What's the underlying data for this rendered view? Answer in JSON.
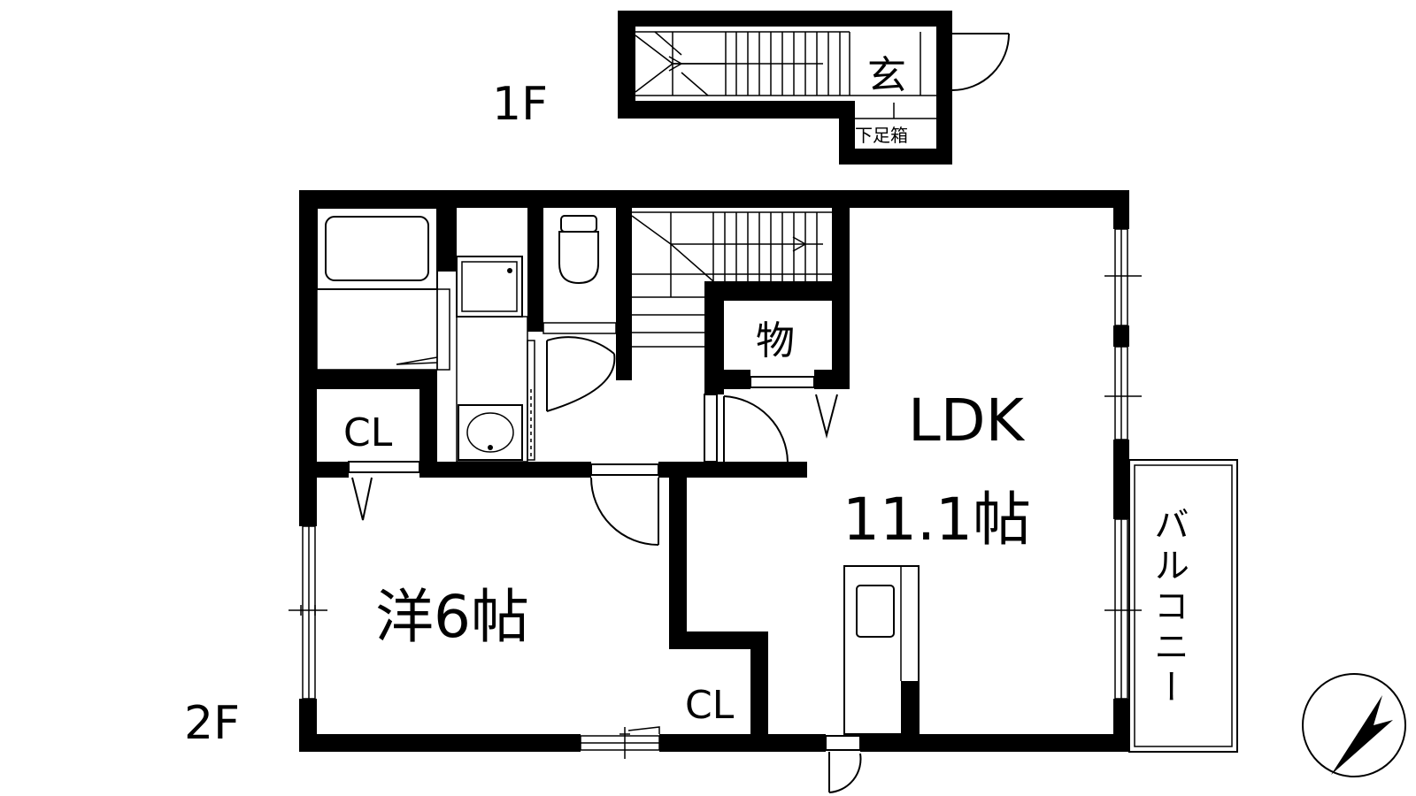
{
  "floors": {
    "first_floor_label": "1F",
    "second_floor_label": "2F"
  },
  "rooms": {
    "entrance": "玄",
    "shoe_box": "下足箱",
    "storage": "物",
    "closet_upper": "CL",
    "closet_lower": "CL",
    "ldk_name": "LDK",
    "ldk_size": "11.1帖",
    "western_room": "洋6帖",
    "balcony": "バルコニー"
  },
  "icons": {
    "compass": "north-arrow-icon"
  },
  "colors": {
    "wall": "#000000",
    "background": "#ffffff"
  }
}
